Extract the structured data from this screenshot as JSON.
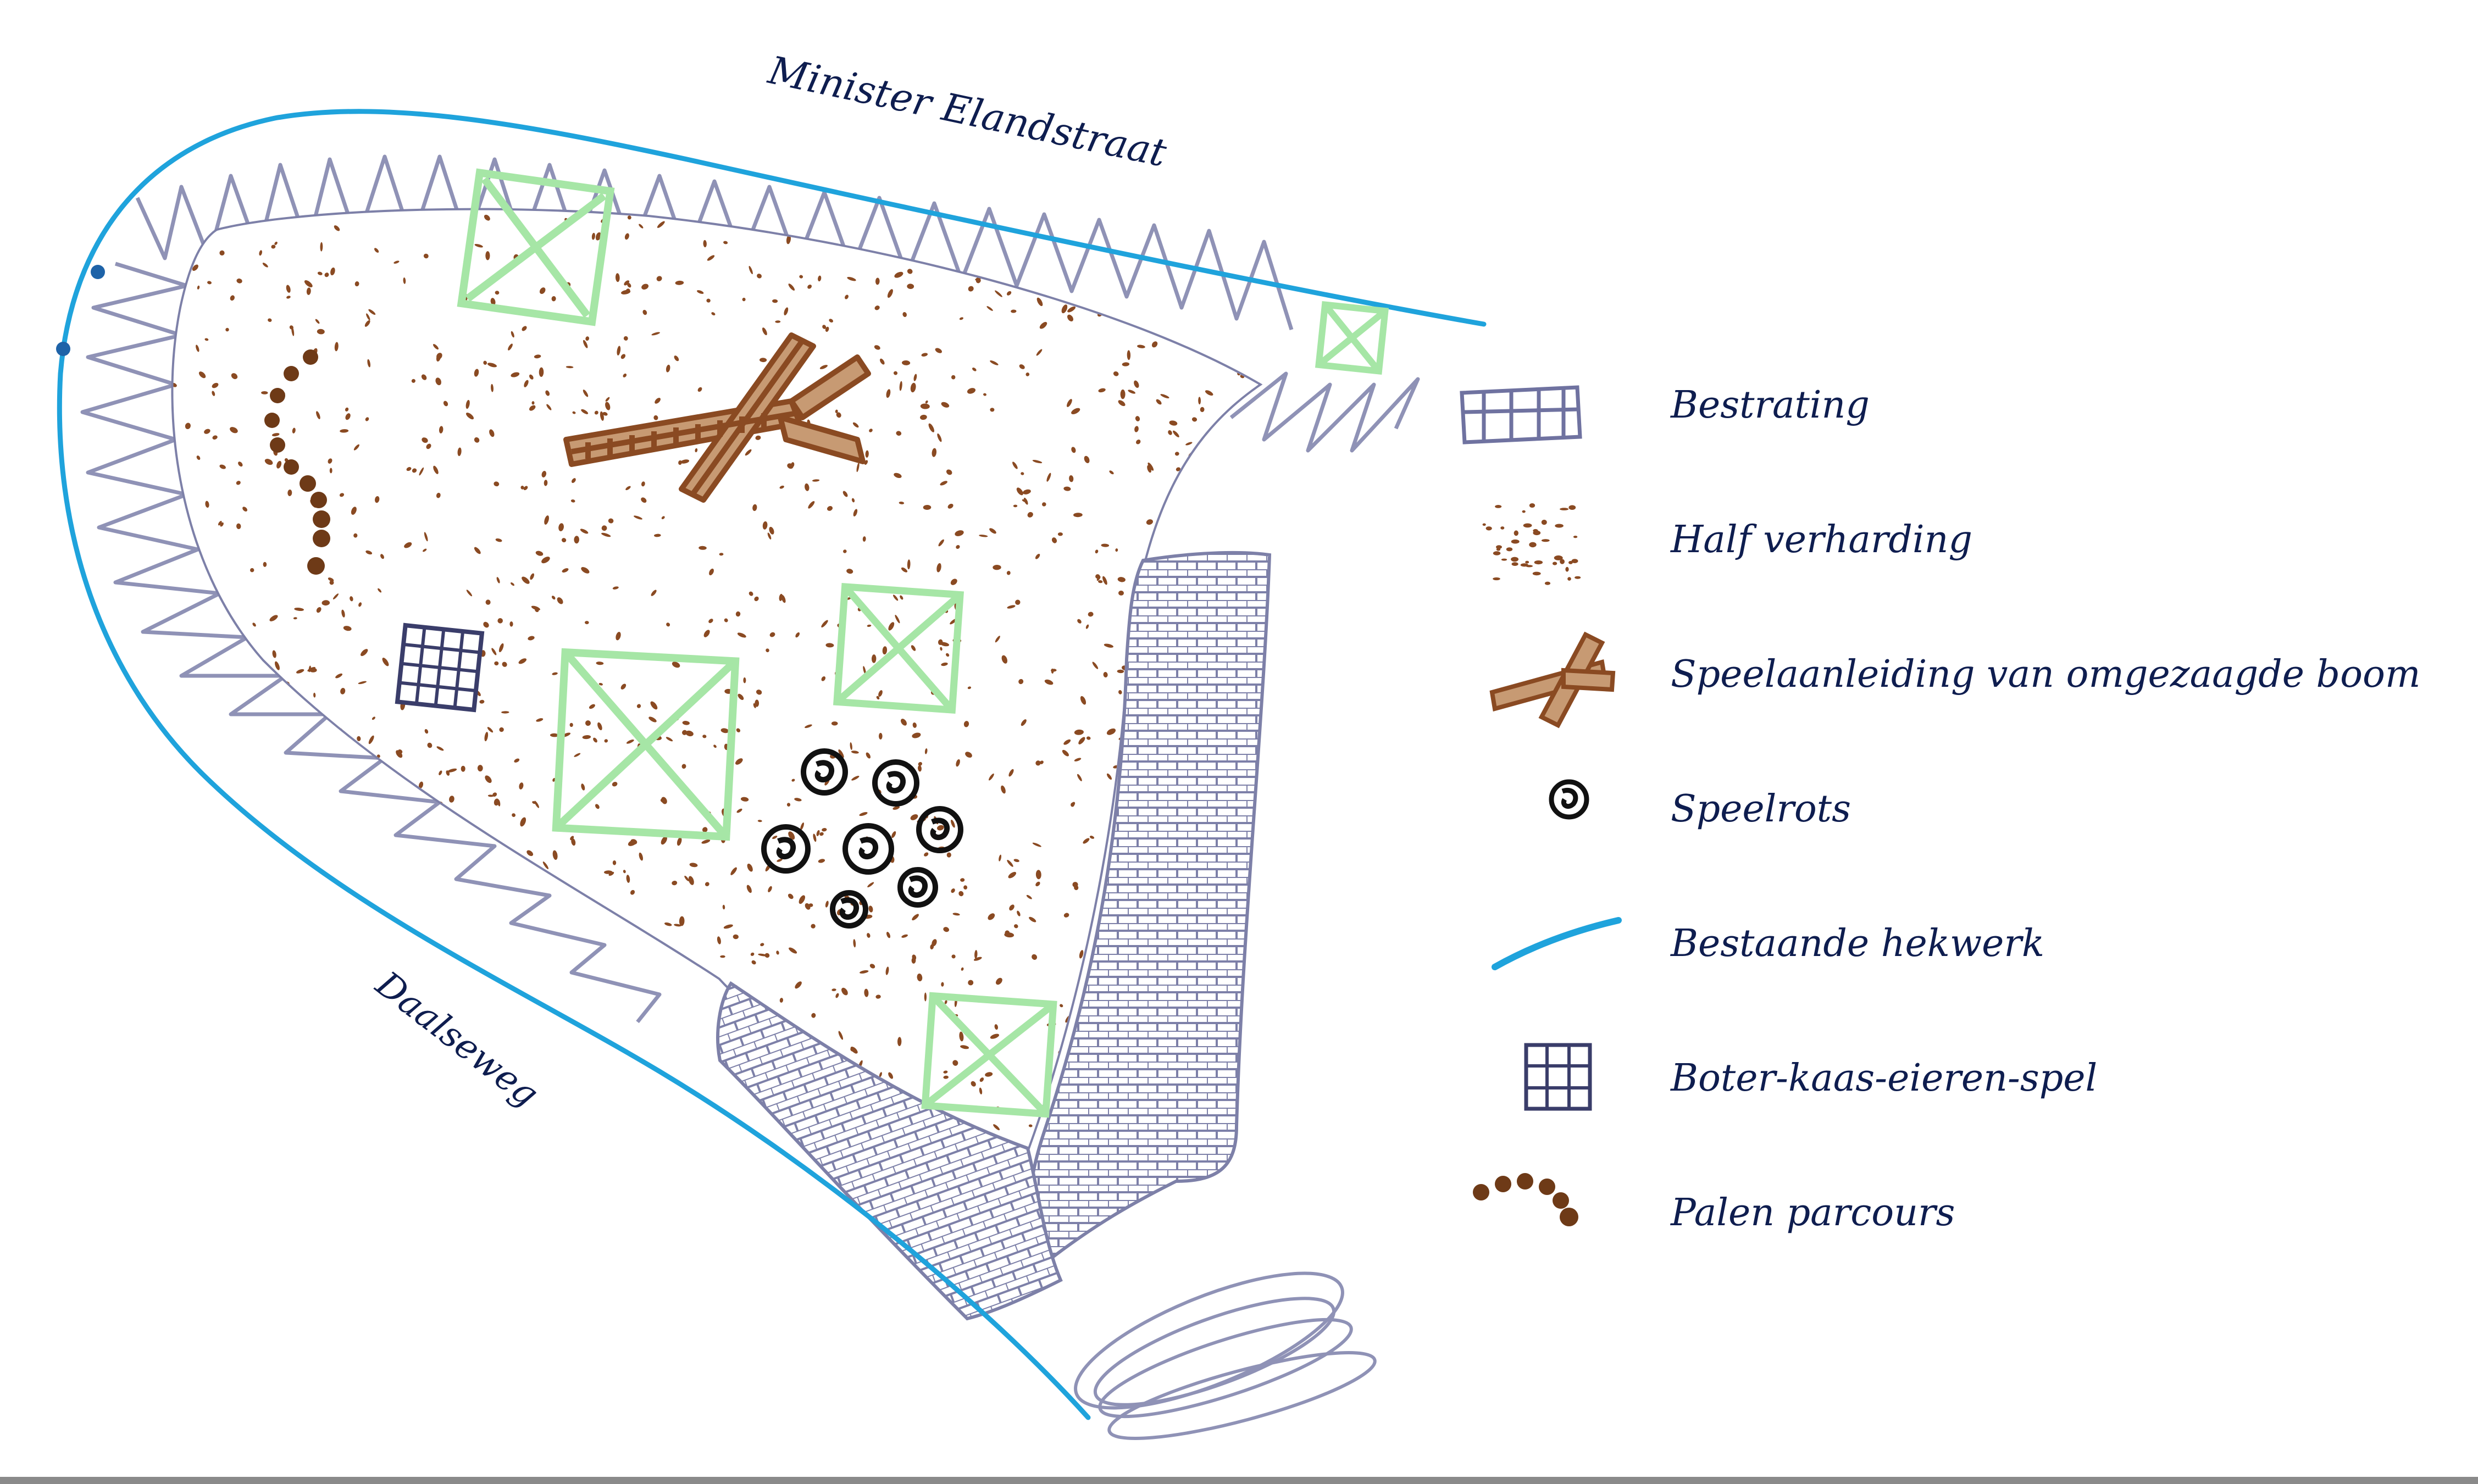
{
  "streets": {
    "north": "Minister Elandstraat",
    "south": "Daalseweg"
  },
  "legend": [
    {
      "symbol": "paving-symbol",
      "label": "Bestrating"
    },
    {
      "symbol": "semi-paving-symbol",
      "label": "Half verharding"
    },
    {
      "symbol": "tree-play-symbol",
      "label": "Speelaanleiding van omgezaagde boom"
    },
    {
      "symbol": "rock-symbol",
      "label": "Speelrots"
    },
    {
      "symbol": "fence-symbol",
      "label": "Bestaande hekwerk"
    },
    {
      "symbol": "tic-tac-toe-symbol",
      "label": "Boter-kaas-eieren-spel"
    },
    {
      "symbol": "poles-symbol",
      "label": "Palen parcours"
    }
  ],
  "colors": {
    "fence": "#1fa3dc",
    "paving": "#8c8fb6",
    "semi_paving": "#8a4a22",
    "tree": "#8a4a22",
    "rocks": "#111111",
    "green_squares": "#9be59b",
    "text": "#0e1d4f"
  }
}
